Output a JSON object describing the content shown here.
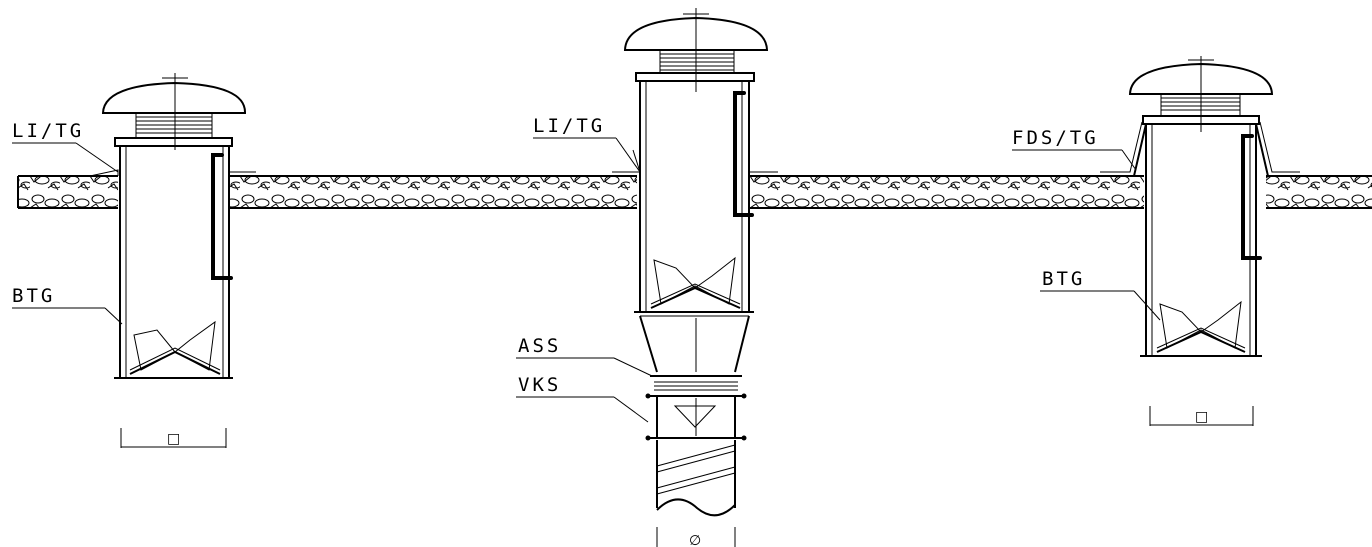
{
  "labels": {
    "left_li_tg": "LI/TG",
    "left_btg": "BTG",
    "center_li_tg": "LI/TG",
    "center_ass": "ASS",
    "center_vks": "VKS",
    "right_fds_tg": "FDS/TG",
    "right_btg": "BTG"
  },
  "dimension_symbols": {
    "left": "□",
    "center": "∅",
    "right": "□"
  }
}
